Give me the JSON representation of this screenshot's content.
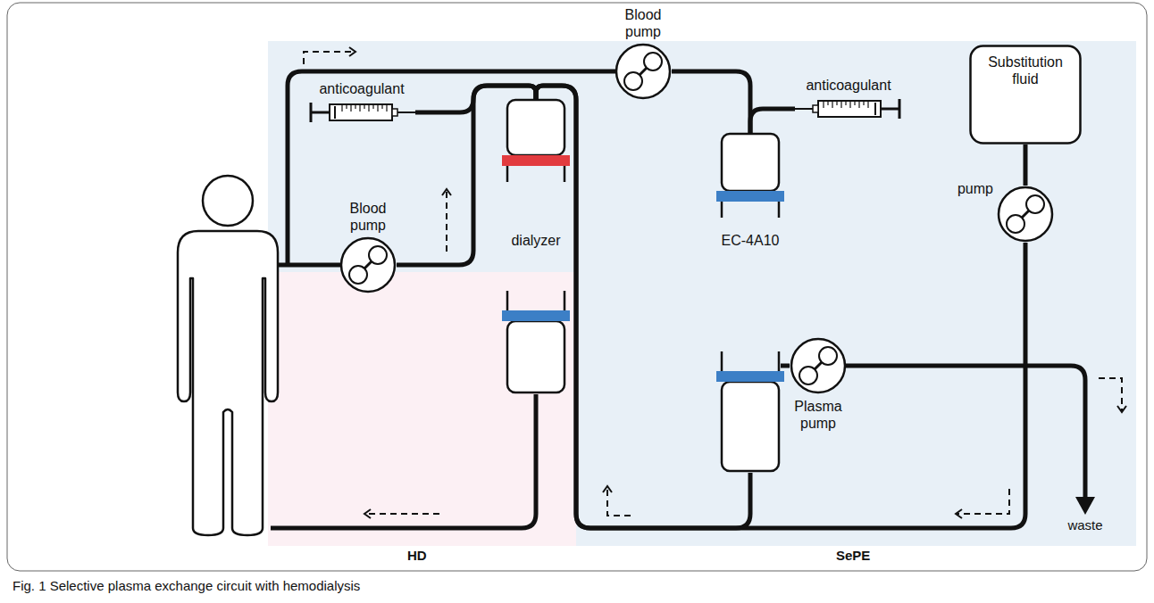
{
  "diagram": {
    "caption": "Fig. 1 Selective plasma exchange circuit with hemodialysis",
    "nodes": [
      {
        "text": [
          "Blood pump"
        ]
      },
      {
        "text": [
          "Blood pump"
        ]
      },
      {
        "text": [
          "anticoagulant"
        ]
      },
      {
        "text": [
          "dialyzer"
        ]
      },
      {
        "text": [
          "anticoagulant"
        ]
      },
      {
        "text": [
          "EC-4A10"
        ]
      },
      {
        "text": [
          "Substitution fluid"
        ]
      },
      {
        "text": [
          "pump"
        ]
      },
      {
        "text": [
          "Plasma pump"
        ]
      }
    ],
    "edges": [
      {
        "from": 0,
        "to": 5,
        "arrow": "none"
      },
      {
        "from": 4,
        "to": 5,
        "arrow": "none"
      },
      {
        "from": 6,
        "to": 7,
        "arrow": "none"
      },
      {
        "from": 7,
        "to": 3,
        "arrow": "none"
      },
      {
        "from": 5,
        "to": 3,
        "arrow": "none"
      },
      {
        "from": 5,
        "to": 8,
        "arrow": "none"
      },
      {
        "from": 1,
        "to": 3,
        "arrow": "none"
      },
      {
        "from": 2,
        "to": 3,
        "arrow": "none"
      }
    ],
    "labels": [
      "HD",
      "SePE",
      "waste"
    ]
  }
}
